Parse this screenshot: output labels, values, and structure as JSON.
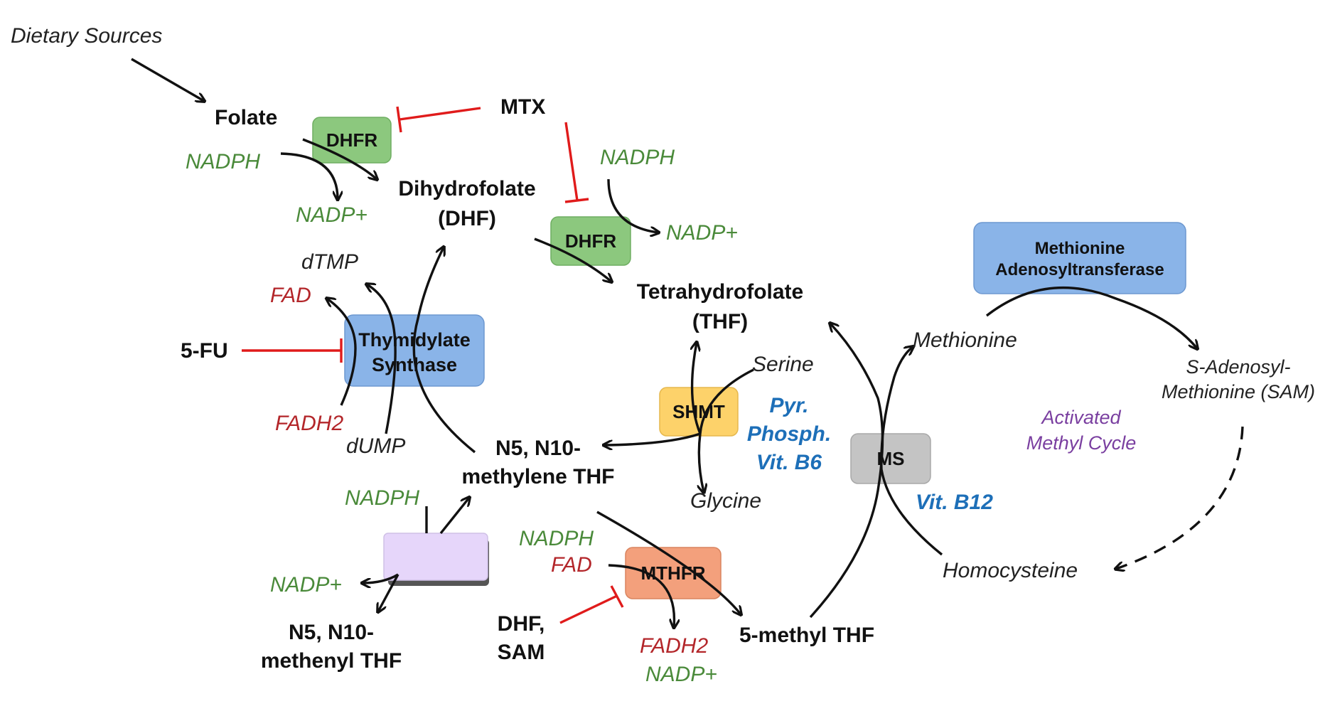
{
  "colors": {
    "dhfr_box": "#8cc87e",
    "ts_box": "#8ab4e8",
    "shmt_box": "#fdd26a",
    "ms_box": "#c4c4c4",
    "mthfr_box": "#f3a07c",
    "mat_box": "#8ab4e8",
    "blank_box": "#e6d6fa",
    "inhibition": "#e01b1b",
    "cofactor_green": "#4a8a3a",
    "cofactor_red": "#b3262a",
    "vitamin_blue": "#1d6fb8",
    "cycle_purple": "#7a3fa0"
  },
  "labels": {
    "dietary": "Dietary Sources",
    "folate": "Folate",
    "mtx": "MTX",
    "dhf_1": "Dihydrofolate",
    "dhf_2": "(DHF)",
    "thf_1": "Tetrahydrofolate",
    "thf_2": "(THF)",
    "five_fu": "5-FU",
    "mthf_1": "N5, N10-",
    "mthf_2": "methylene THF",
    "menthf_1": "N5, N10-",
    "menthf_2": "methenyl THF",
    "dhf_sam_1": "DHF,",
    "dhf_sam_2": "SAM",
    "methyl_thf": "5-methyl THF",
    "dtmp": "dTMP",
    "dump": "dUMP",
    "serine": "Serine",
    "glycine": "Glycine",
    "methionine": "Methionine",
    "sam_1": "S-Adenosyl-",
    "sam_2": "Methionine (SAM)",
    "homocysteine": "Homocysteine",
    "nadph_1": "NADPH",
    "nadp_1": "NADP+",
    "nadph_2": "NADPH",
    "nadp_2": "NADP+",
    "nadph_3": "NADPH",
    "nadp_3": "NADP+",
    "nadph_4": "NADPH",
    "nadp_4": "NADP+",
    "fad_1": "FAD",
    "fadh2_1": "FADH2",
    "fad_2": "FAD",
    "fadh2_2": "FADH2",
    "b6_1": "Pyr.",
    "b6_2": "Phosph.",
    "b6_3": "Vit. B6",
    "b12": "Vit. B12",
    "cycle_1": "Activated",
    "cycle_2": "Methyl Cycle"
  },
  "enzymes": {
    "dhfr_1": "DHFR",
    "dhfr_2": "DHFR",
    "ts_1": "Thymidylate",
    "ts_2": "Synthase",
    "shmt": "SHMT",
    "ms": "MS",
    "mthfr": "MTHFR",
    "mat_1": "Methionine",
    "mat_2": "Adenosyltransferase"
  }
}
